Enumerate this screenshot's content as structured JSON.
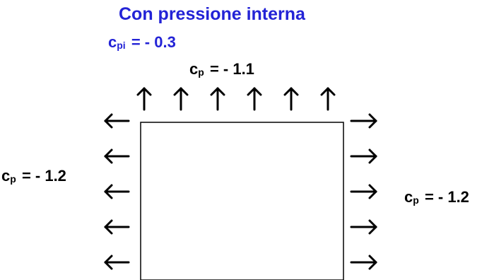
{
  "title": "Con pressione interna",
  "internal_pressure": {
    "symbol": "c",
    "subscript": "pi",
    "value": "= - 0.3"
  },
  "top_label": {
    "symbol": "c",
    "subscript": "p",
    "value": "= - 1.1"
  },
  "left_label": {
    "symbol": "c",
    "subscript": "p",
    "value": "= - 1.2"
  },
  "right_label": {
    "symbol": "c",
    "subscript": "p",
    "value": "= - 1.2"
  },
  "colors": {
    "title": "#2323d6",
    "lines": "#000000"
  },
  "arrows": {
    "top_count": 6,
    "left_count": 5,
    "right_count": 5,
    "top_direction": "up",
    "left_direction": "left",
    "right_direction": "right"
  }
}
